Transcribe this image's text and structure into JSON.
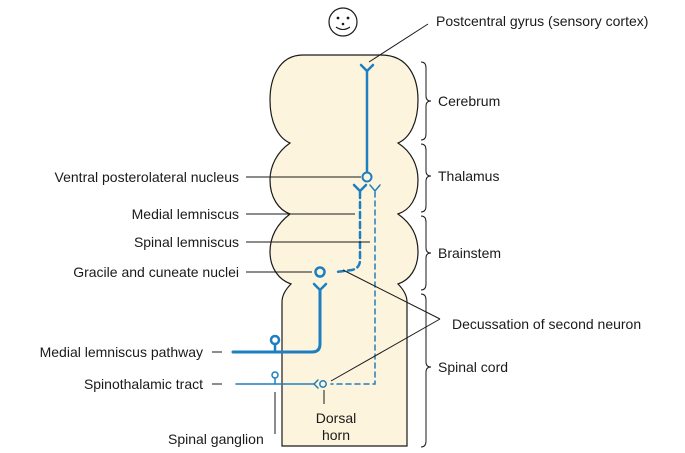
{
  "colors": {
    "cord_fill": "#fcf4dc",
    "outline": "#1a1a1a",
    "pathway": "#1e7fc0",
    "text": "#1a1a1a"
  },
  "icons": {
    "head": "face-icon"
  },
  "labels": {
    "postcentral": "Postcentral gyrus (sensory cortex)",
    "vpl": "Ventral posterolateral nucleus",
    "medial_lemniscus": "Medial lemniscus",
    "spinal_lemniscus": "Spinal lemniscus",
    "gracile": "Gracile and cuneate nuclei",
    "ml_pathway": "Medial lemniscus pathway",
    "spinothalamic": "Spinothalamic tract",
    "ganglion": "Spinal ganglion",
    "dorsal": "Dorsal",
    "horn": "horn",
    "decussation": "Decussation of second neuron"
  },
  "regions": {
    "cerebrum": "Cerebrum",
    "thalamus": "Thalamus",
    "brainstem": "Brainstem",
    "spinal_cord": "Spinal cord"
  }
}
